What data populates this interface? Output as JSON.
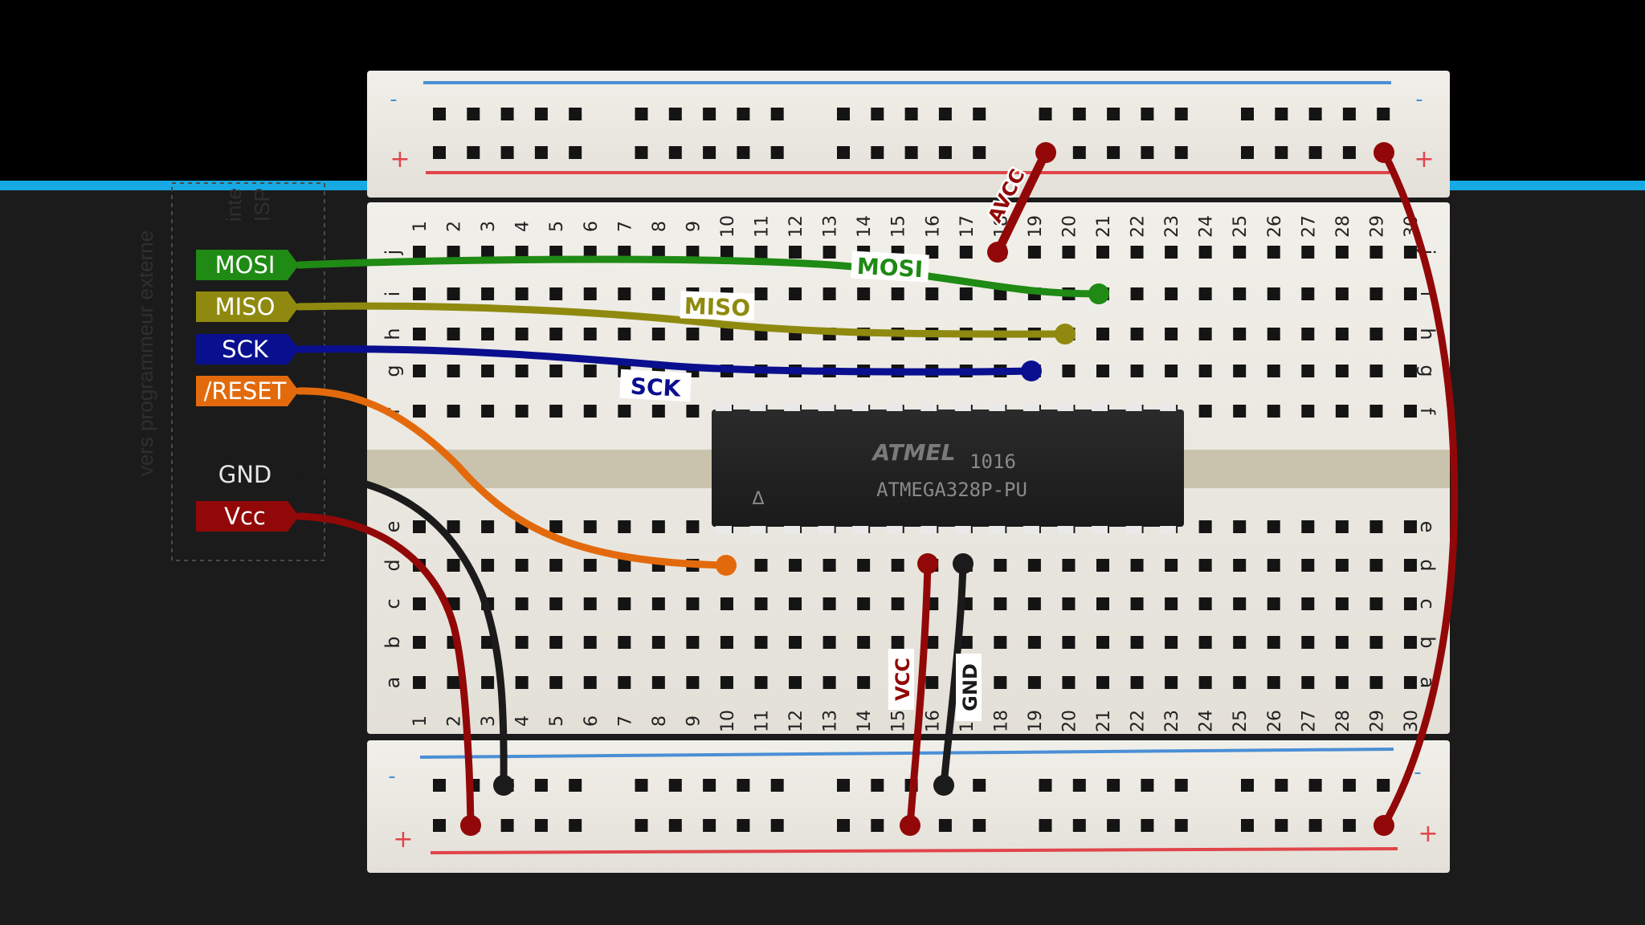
{
  "side_caption": {
    "line1": "vers programmeur externe",
    "line2": "inte",
    "line3": "ISP"
  },
  "connector": {
    "pins": [
      {
        "label": "MOSI",
        "color": "#1f8a14"
      },
      {
        "label": "MISO",
        "color": "#8f8a0f"
      },
      {
        "label": "SCK",
        "color": "#0a0f8f"
      },
      {
        "label": "/RESET",
        "color": "#e36a0c"
      },
      {
        "label": "GND",
        "color": "#1b1b1b"
      },
      {
        "label": "Vcc",
        "color": "#920808"
      }
    ]
  },
  "wire_labels": {
    "mosi": "MOSI",
    "miso": "MISO",
    "sck": "SCK",
    "avcc": "AVCC",
    "vcc": "VCC",
    "gnd": "GND"
  },
  "chip": {
    "brand": "ATMEL",
    "date_code": "1016",
    "part_number": "ATMEGA328P-PU",
    "pin1_mark": "Δ"
  },
  "breadboard": {
    "columns": [
      "1",
      "2",
      "3",
      "4",
      "5",
      "6",
      "7",
      "8",
      "9",
      "10",
      "11",
      "12",
      "13",
      "14",
      "15",
      "16",
      "17",
      "18",
      "19",
      "20",
      "21",
      "22",
      "23",
      "24",
      "25",
      "26",
      "27",
      "28",
      "29",
      "30"
    ],
    "top_rows": [
      "j",
      "i",
      "h",
      "g",
      "f"
    ],
    "bottom_rows": [
      "e",
      "d",
      "c",
      "b",
      "a"
    ],
    "rail_minus": "-",
    "rail_plus": "+"
  },
  "colors": {
    "mosi": "#1f8a14",
    "miso": "#8f8a0f",
    "sck": "#0a0f8f",
    "reset": "#e36a0c",
    "gnd": "#1b1b1b",
    "vcc": "#920808",
    "accent_line": "#16a9e3"
  }
}
